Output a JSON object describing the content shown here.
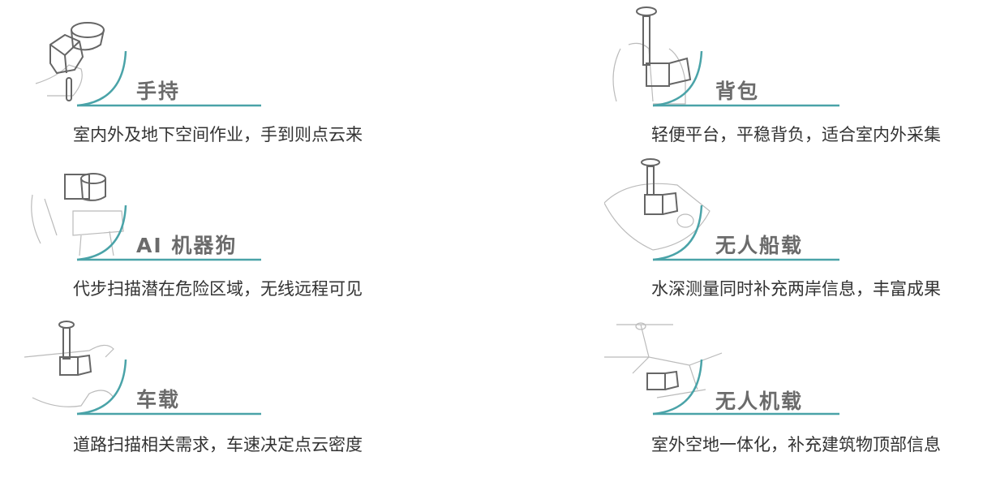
{
  "accent_color": "#4aa3a8",
  "items": [
    {
      "title": "手持",
      "desc": "室内外及地下空间作业，手到则点云来",
      "icon": "handheld-scanner-icon"
    },
    {
      "title": "背包",
      "desc": "轻便平台，平稳背负，适合室内外采集",
      "icon": "backpack-scanner-icon"
    },
    {
      "title": "AI 机器狗",
      "desc": "代步扫描潜在危险区域，无线远程可见",
      "icon": "robot-dog-scanner-icon"
    },
    {
      "title": "无人船载",
      "desc": "水深测量同时补充两岸信息，丰富成果",
      "icon": "unmanned-boat-scanner-icon"
    },
    {
      "title": "车载",
      "desc": "道路扫描相关需求，车速决定点云密度",
      "icon": "vehicle-scanner-icon"
    },
    {
      "title": "无人机载",
      "desc": "室外空地一体化，补充建筑物顶部信息",
      "icon": "drone-scanner-icon"
    }
  ]
}
